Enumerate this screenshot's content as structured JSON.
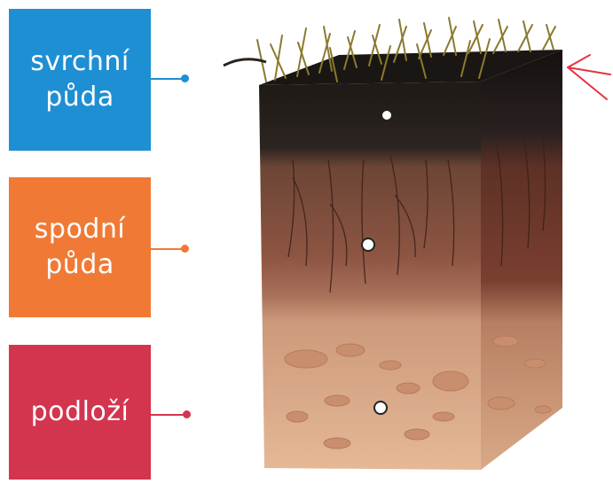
{
  "layers": [
    {
      "id": "topsoil",
      "line1": "svrchní",
      "line2": "půda",
      "color": "#1f8fd3"
    },
    {
      "id": "subsoil",
      "line1": "spodní",
      "line2": "půda",
      "color": "#f07a35"
    },
    {
      "id": "bedrock",
      "line1": "podloží",
      "line2": "",
      "color": "#d3354e"
    }
  ],
  "colors": {
    "topsoil": "#221b17",
    "subsoil": "#8a4f3c",
    "subsoil_side": "#7a3e30",
    "bedrock": "#d9a987",
    "bedrock_side": "#c99474",
    "grass": "#8a7a2e",
    "annotation": "#e8323e"
  }
}
